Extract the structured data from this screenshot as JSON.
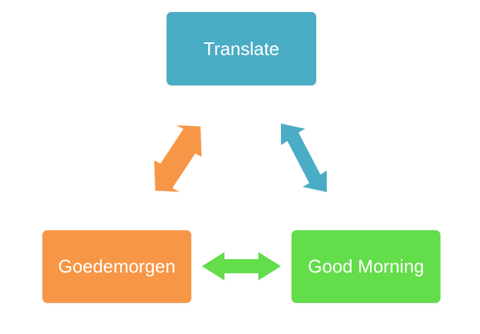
{
  "nodes": {
    "top": {
      "label": "Translate",
      "color": "#4bacc6"
    },
    "left": {
      "label": "Goedemorgen",
      "color": "#f79646"
    },
    "right": {
      "label": "Good Morning",
      "color": "#63dd4a"
    }
  },
  "arrows": {
    "left_to_top": {
      "color": "#f79646"
    },
    "right_to_top": {
      "color": "#4bacc6"
    },
    "left_to_right": {
      "color": "#63dd4a"
    }
  }
}
